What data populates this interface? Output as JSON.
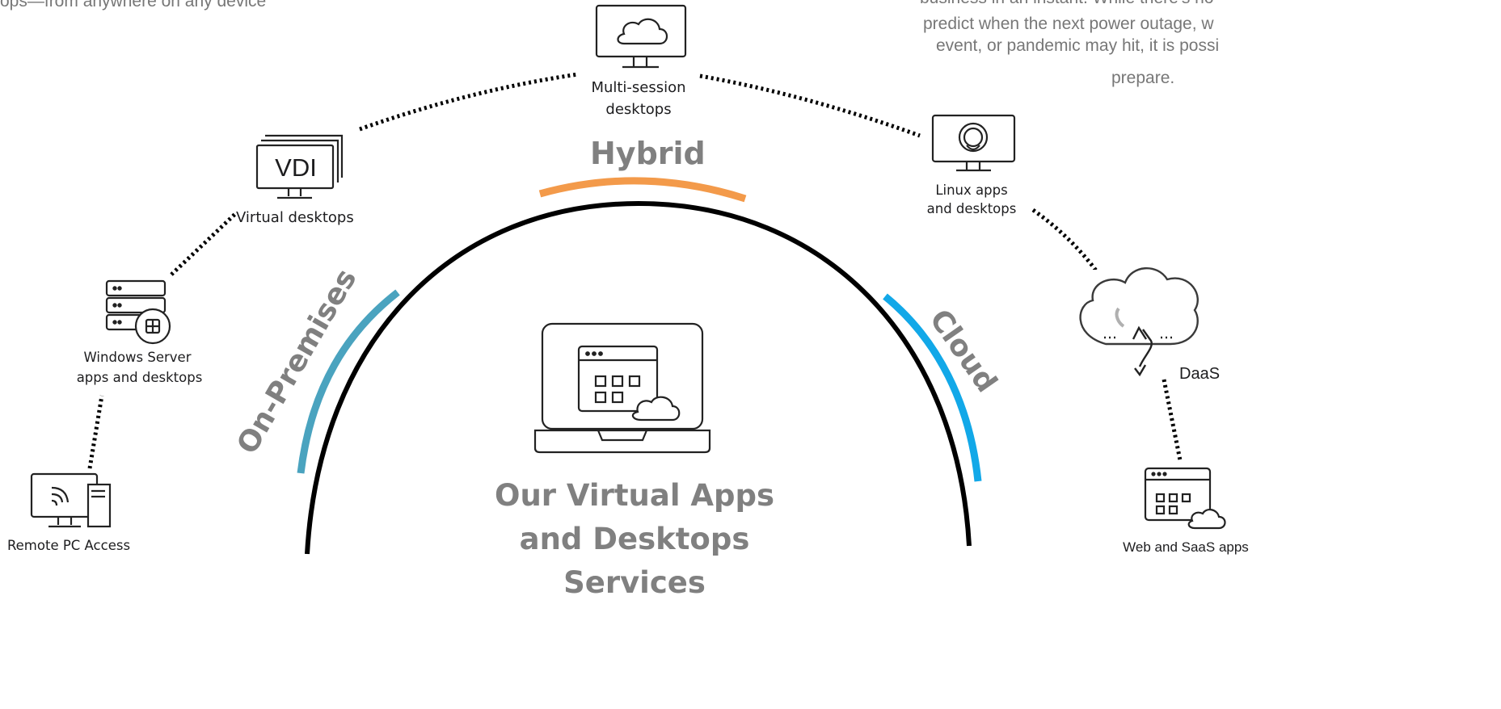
{
  "intro_text": {
    "line1": "ops—from anywhere on any device"
  },
  "side_text": {
    "line1": "business in an instant. While there's no",
    "line2": "predict when the next power outage, w",
    "line3": "event, or pandemic may hit, it is possi",
    "line4": "prepare."
  },
  "center": {
    "title_line1": "Our Virtual Apps",
    "title_line2": "and Desktops",
    "title_line3": "Services",
    "icon": "laptop-app-grid-cloud-icon"
  },
  "sections": {
    "on_premises": {
      "label": "On-Premises",
      "color": "#4aa3bf"
    },
    "hybrid": {
      "label": "Hybrid",
      "color": "#f39a4a"
    },
    "cloud": {
      "label": "Cloud",
      "color": "#12a8e8"
    }
  },
  "nodes": {
    "remote_pc": {
      "label": "Remote PC Access",
      "icon": "remote-pc-icon"
    },
    "windows_server": {
      "line1": "Windows Server",
      "line2": "apps and desktops",
      "icon": "windows-server-icon"
    },
    "vdi": {
      "badge": "VDI",
      "label": "Virtual desktops",
      "icon": "vdi-monitor-icon"
    },
    "multi_session": {
      "line1": "Multi-session",
      "line2": "desktops",
      "icon": "cloud-monitor-icon"
    },
    "linux": {
      "line1": "Linux apps",
      "line2": "and desktops",
      "icon": "linux-monitor-icon"
    },
    "daas": {
      "label": "DaaS",
      "icon": "cloud-sync-icon"
    },
    "web_saas": {
      "label": "Web and SaaS apps",
      "icon": "web-saas-icon"
    }
  }
}
